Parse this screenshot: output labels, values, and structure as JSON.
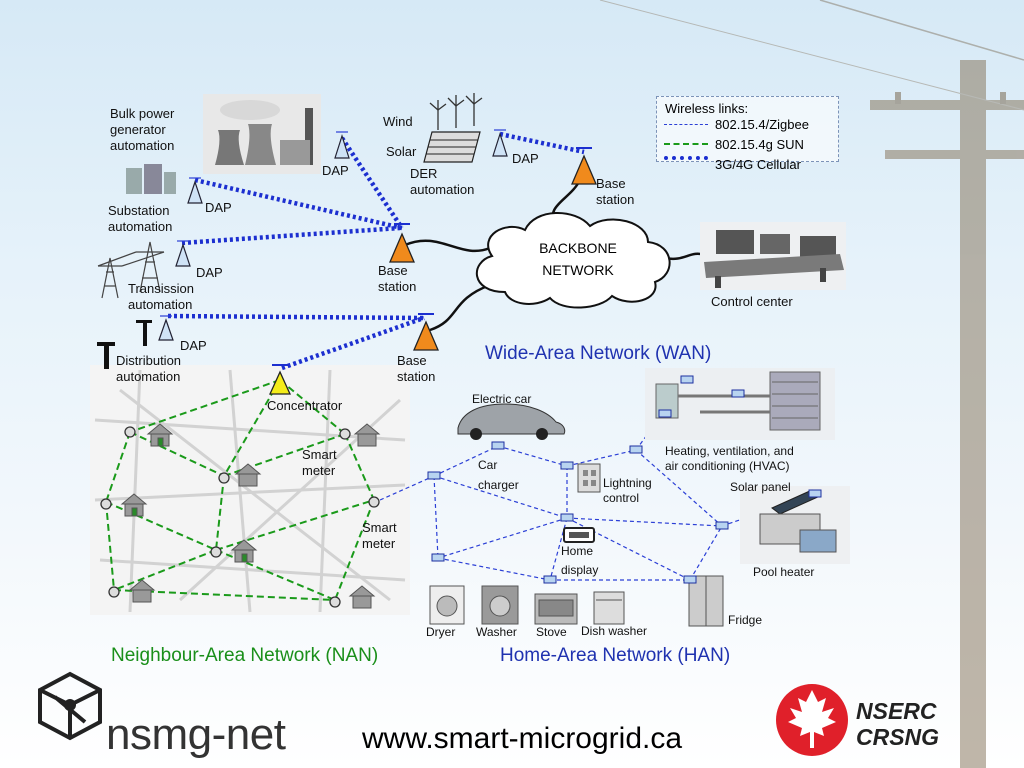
{
  "labels": {
    "bulk_power": "Bulk power\ngenerator\nautomation",
    "substation": "Substation\nautomation",
    "transmission": "Transission\nautomation",
    "distribution": "Distribution\nautomation",
    "wind": "Wind",
    "solar": "Solar",
    "der": "DER\nautomation",
    "dap": "DAP",
    "base_station": "Base\nstation",
    "backbone": "BACKBONE\nNETWORK",
    "control_center": "Control center",
    "concentrator": "Concentrator",
    "smart_meter": "Smart\nmeter",
    "electric_car": "Electric car",
    "car_charger": "Car\ncharger",
    "lightning_control": "Lightning\ncontrol",
    "home_display": "Home\ndisplay",
    "hvac": "Heating, ventilation, and\nair conditioning (HVAC)",
    "solar_panel": "Solar panel",
    "pool_heater": "Pool heater",
    "dryer": "Dryer",
    "washer": "Washer",
    "stove": "Stove",
    "dish_washer": "Dish washer",
    "fridge": "Fridge"
  },
  "legend": {
    "title": "Wireless links:",
    "items": [
      {
        "label": "802.15.4/Zigbee",
        "color": "#2b3fd6",
        "style": "thin-dash"
      },
      {
        "label": "802.15.4g SUN",
        "color": "#1a9a1a",
        "style": "dash"
      },
      {
        "label": "3G/4G Cellular",
        "color": "#1c2fd0",
        "style": "dotted"
      }
    ]
  },
  "titles": {
    "wan": "Wide-Area Network (WAN)",
    "nan": "Neighbour-Area Network (NAN)",
    "han": "Home-Area Network (HAN)"
  },
  "footer": {
    "brand": "nsmg-net",
    "url": "www.smart-microgrid.ca",
    "partner_line1": "NSERC",
    "partner_line2": "CRSNG"
  },
  "colors": {
    "wan_title": "#1f32b0",
    "nan_title": "#1a8f1a",
    "cellular_link": "#1c2fd0",
    "sun_link": "#1a9a1a",
    "zigbee_link": "#2b3fd6",
    "base_station": "#f08a1c",
    "concentrator": "#f4ec1a",
    "nserc_red": "#e0202a"
  },
  "icons": [
    "tower-icon",
    "house-icon",
    "car-icon",
    "wind-turbine-icon",
    "solar-panel-icon",
    "power-plant-icon",
    "maple-leaf-icon",
    "nsmg-logo-icon",
    "appliance-icon"
  ]
}
